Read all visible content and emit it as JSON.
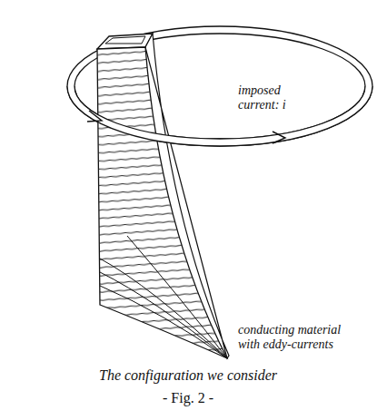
{
  "diagram": {
    "caption": "The configuration we consider",
    "labels": [
      "imposed current: i",
      "conducting material with eddy-currents",
      "- Fig. 2 -"
    ]
  }
}
